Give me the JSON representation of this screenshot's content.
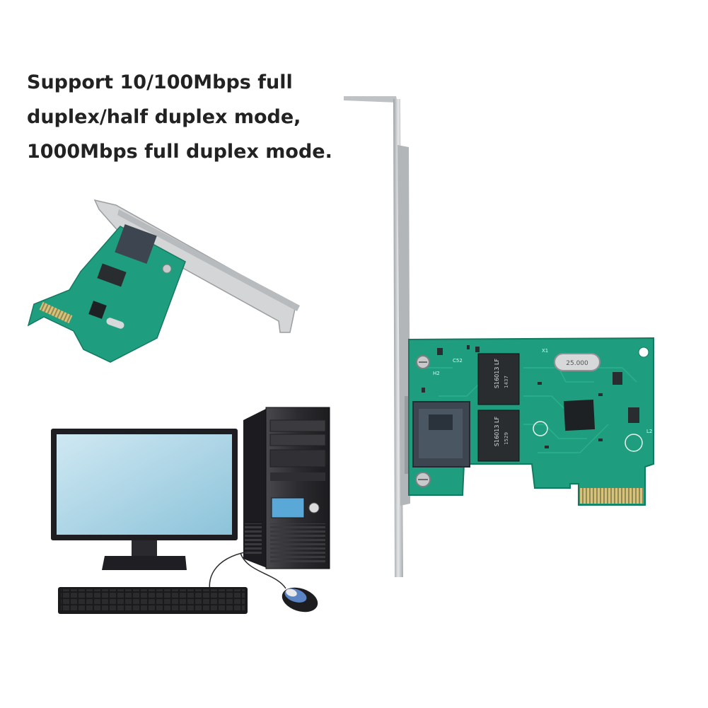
{
  "caption": {
    "lines": [
      "Support 10/100Mbps full",
      "duplex/half duplex mode,",
      "1000Mbps full duplex mode."
    ]
  },
  "board": {
    "chip_label_1": "S16013 LF",
    "chip_code_1": "1437",
    "chip_label_2": "S16013 LF",
    "chip_code_2": "1529",
    "crystal_label": "25.000",
    "silk_c52": "C52",
    "silk_h2": "H2",
    "silk_x1": "X1",
    "silk_l2": "L2"
  },
  "colors": {
    "pcb": "#1f9e7f",
    "pcb_dark": "#137a60",
    "gold": "#c9b46a",
    "bracket": "#c8cacc",
    "screen": "#a8d4e6",
    "tower": "#2a2a2e"
  }
}
